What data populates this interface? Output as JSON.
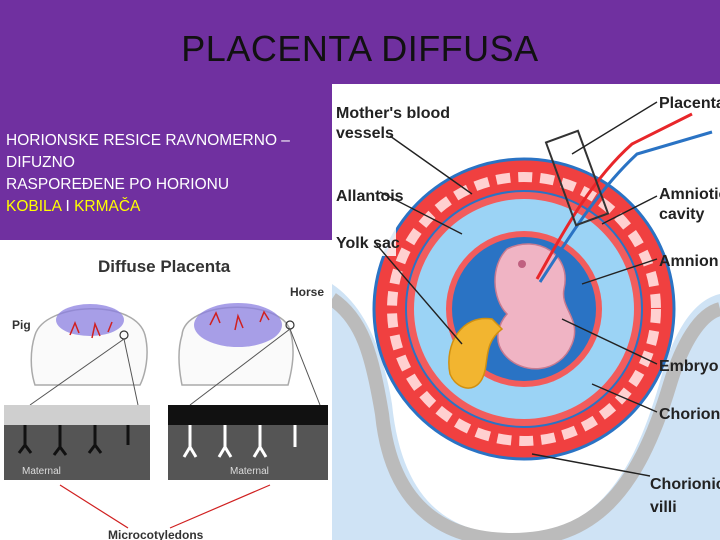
{
  "slide": {
    "title": "PLACENTA DIFFUSA",
    "lines": [
      "HORIONSKE RESICE RAVNOMERNO –",
      "DIFUZNO",
      "RASPOREĐENE PO HORIONU"
    ],
    "species": {
      "first": "KOBILA",
      "separator": " I ",
      "second": "KRMAČA"
    }
  },
  "left_figure": {
    "title": "Diffuse Placenta",
    "label_pig": "Pig",
    "label_horse": "Horse",
    "label_maternal_1": "Maternal",
    "label_maternal_2": "Maternal",
    "caption": "Microcotyledons"
  },
  "right_figure": {
    "labels": {
      "mothers_blood_1": "Mother's blood",
      "mothers_blood_2": "vessels",
      "placenta": "Placenta",
      "allantois": "Allantois",
      "amniotic_1": "Amniotic",
      "amniotic_2": "cavity",
      "yolk_sac": "Yolk sac",
      "amnion": "Amnion",
      "embryo": "Embryo",
      "chorion": "Chorion",
      "chorionic_villi_1": "Chorionic",
      "chorionic_villi_2": "villi"
    }
  },
  "colors": {
    "background": "#7030a0",
    "title_text": "#111111",
    "body_text": "#ffffff",
    "highlight": "#ffff00",
    "blood_red": "#e8262a",
    "vessel_blue": "#2a73c4",
    "yolk": "#f2b530",
    "embryo_pink": "#f0b4c4"
  }
}
